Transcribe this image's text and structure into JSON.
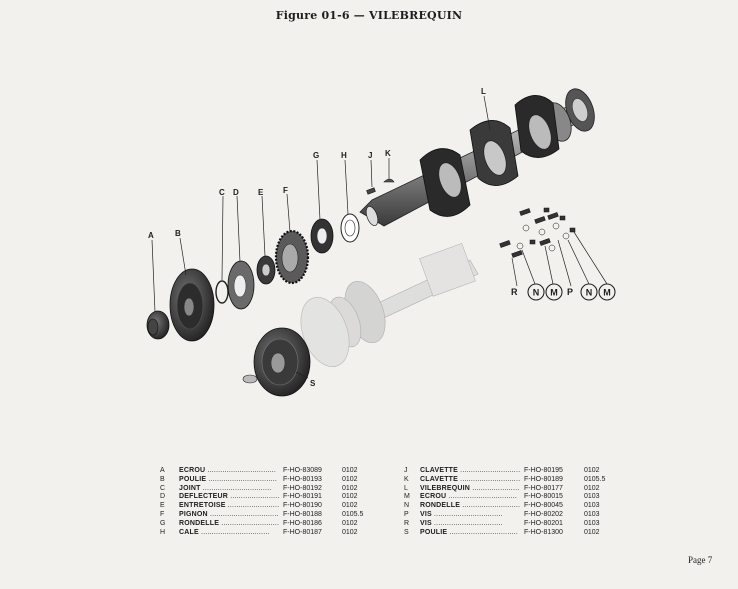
{
  "title": "Figure 01-6 — VILEBREQUIN",
  "callouts": {
    "A": "A",
    "B": "B",
    "C": "C",
    "D": "D",
    "E": "E",
    "F": "F",
    "G": "G",
    "H": "H",
    "J": "J",
    "K": "K",
    "L": "L",
    "R": "R",
    "N1": "N",
    "M1": "M",
    "P": "P",
    "N2": "N",
    "M2": "M",
    "S": "S"
  },
  "parts_left": [
    {
      "letter": "A",
      "name": "ÉCROU",
      "ref": "F-HO-83089",
      "code": "0102"
    },
    {
      "letter": "B",
      "name": "POULIE",
      "ref": "F-HO-80193",
      "code": "0102"
    },
    {
      "letter": "C",
      "name": "JOINT",
      "ref": "F-HO-80192",
      "code": "0102"
    },
    {
      "letter": "D",
      "name": "DÉFLECTEUR",
      "ref": "F-HO-80191",
      "code": "0102"
    },
    {
      "letter": "E",
      "name": "ENTRETOISE",
      "ref": "F-HO-80190",
      "code": "0102"
    },
    {
      "letter": "F",
      "name": "PIGNON",
      "ref": "F-HO-80188",
      "code": "0105.5"
    },
    {
      "letter": "G",
      "name": "RONDELLE",
      "ref": "F-HO-80186",
      "code": "0102"
    },
    {
      "letter": "H",
      "name": "CALE",
      "ref": "F-HO-80187",
      "code": "0102"
    }
  ],
  "parts_right": [
    {
      "letter": "J",
      "name": "CLAVETTE",
      "ref": "F-HO-80195",
      "code": "0102"
    },
    {
      "letter": "K",
      "name": "CLAVETTE",
      "ref": "F-HO-80189",
      "code": "0105.5"
    },
    {
      "letter": "L",
      "name": "VILEBREQUIN",
      "ref": "F-HO-80177",
      "code": "0102"
    },
    {
      "letter": "M",
      "name": "ÉCROU",
      "ref": "F-HO-80015",
      "code": "0103"
    },
    {
      "letter": "N",
      "name": "RONDELLE",
      "ref": "F-HO-80045",
      "code": "0103"
    },
    {
      "letter": "P",
      "name": "VIS",
      "ref": "F-HO-80202",
      "code": "0103"
    },
    {
      "letter": "R",
      "name": "VIS",
      "ref": "F-HO-80201",
      "code": "0103"
    },
    {
      "letter": "S",
      "name": "POULIE",
      "ref": "F-HO-81300",
      "code": "0102"
    }
  ],
  "page_label": "Page 7"
}
